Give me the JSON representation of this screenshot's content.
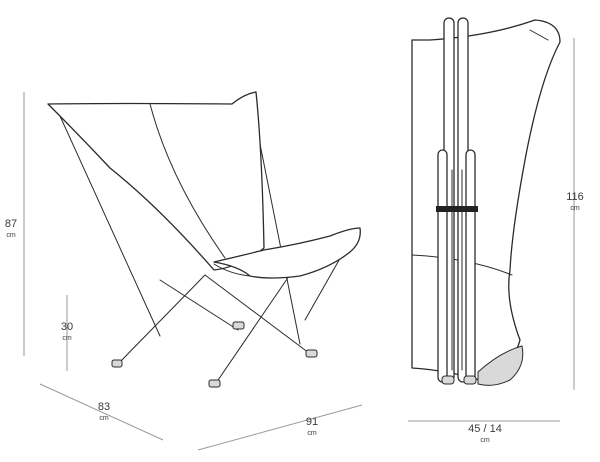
{
  "dimensions": {
    "height_chair": {
      "value": "87",
      "unit": "cm"
    },
    "seat_height": {
      "value": "30",
      "unit": "cm"
    },
    "depth": {
      "value": "83",
      "unit": "cm"
    },
    "width": {
      "value": "91",
      "unit": "cm"
    },
    "folded_height": {
      "value": "116",
      "unit": "cm"
    },
    "folded_size": {
      "value": "45 / 14",
      "unit": "cm"
    }
  },
  "colors": {
    "line": "#2b2b2b",
    "dimension_line": "#9a9a9a",
    "cap": "#d9d9d9",
    "band": "#222222"
  }
}
